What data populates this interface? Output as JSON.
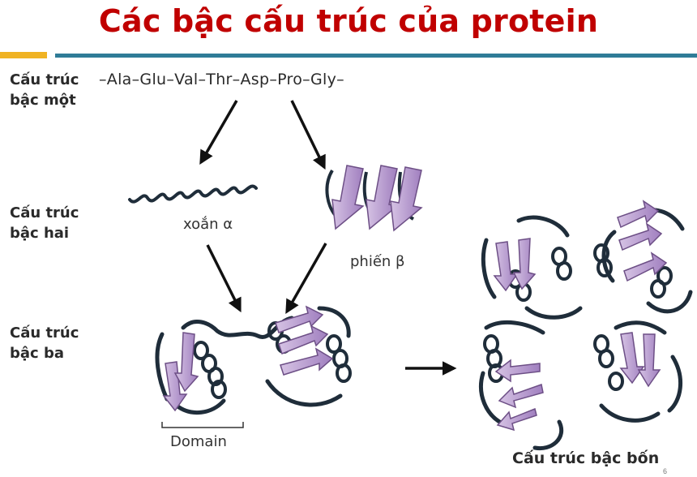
{
  "slide": {
    "title": "Các bậc cấu trúc của protein",
    "page_number": "6"
  },
  "levels": {
    "primary": [
      "Cấu trúc",
      "bậc một"
    ],
    "secondary": [
      "Cấu trúc",
      "bậc hai"
    ],
    "tertiary": [
      "Cấu trúc",
      "bậc ba"
    ],
    "quaternary": "Cấu trúc bậc bốn"
  },
  "sequence": "–Ala–Glu–Val–Thr–Asp–Pro–Gly–",
  "labels": {
    "helix": "xoắn α",
    "sheet": "phiến β",
    "domain": "Domain"
  },
  "colors": {
    "title": "#c00000",
    "rule_accent": "#f0b323",
    "rule_main": "#2f7c97",
    "strand_fill": "#b89bcf",
    "strand_stroke": "#6d4f86",
    "coil": "#1f2d3a"
  }
}
